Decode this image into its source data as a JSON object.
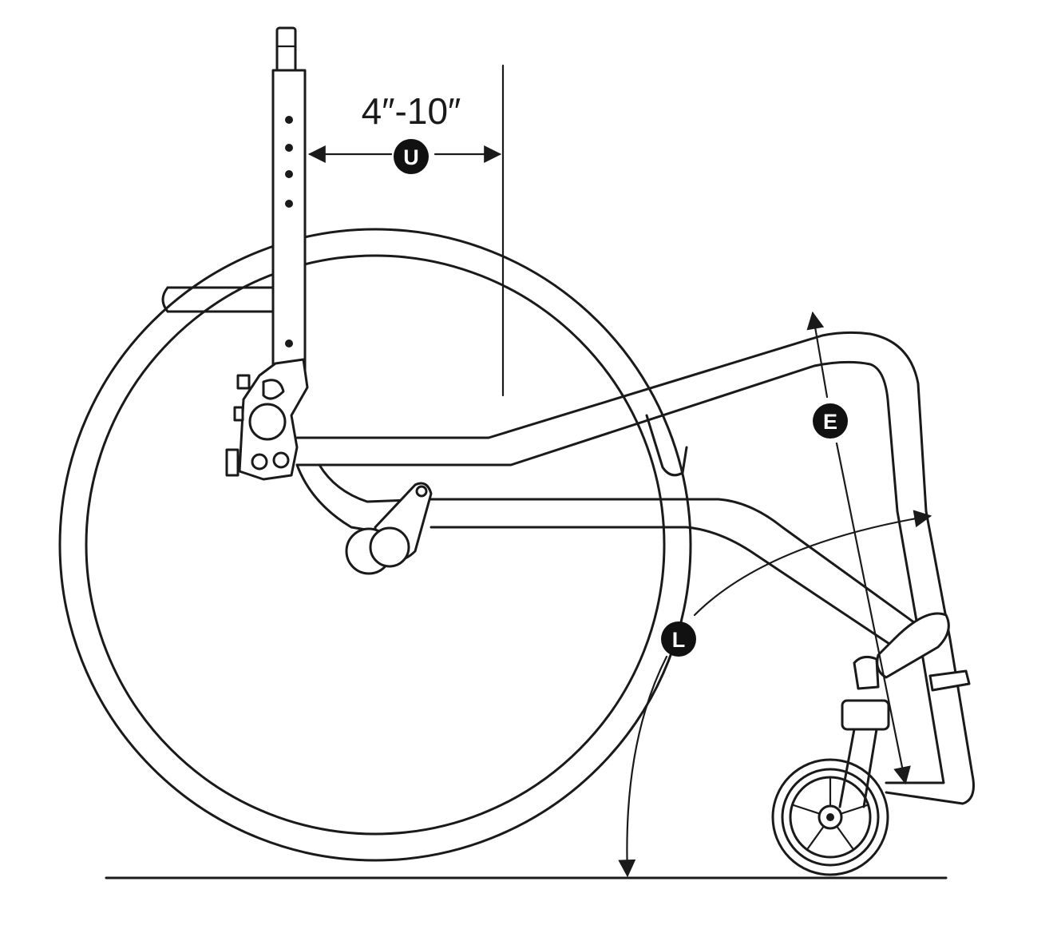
{
  "dimension_label": "4″-10″",
  "markers": {
    "u": "U",
    "e": "E",
    "l": "L"
  }
}
